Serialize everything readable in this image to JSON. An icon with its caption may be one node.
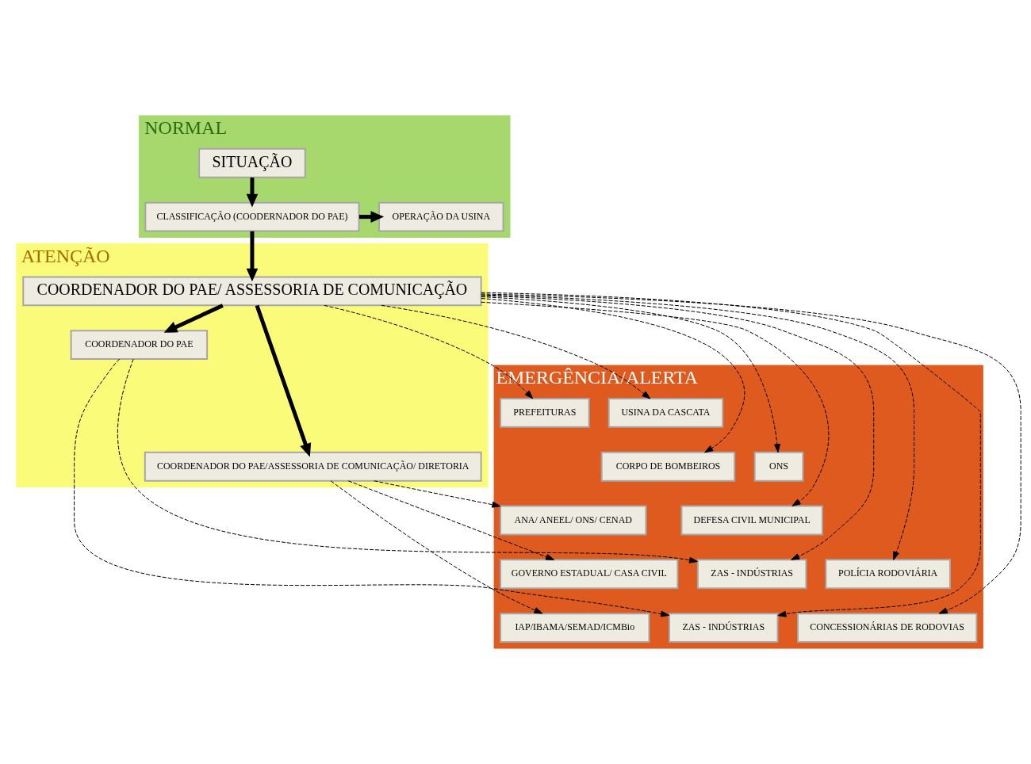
{
  "diagram": {
    "nodes": [
      {
        "text": [
          "NORMAL"
        ]
      },
      {
        "text": [
          "SITUAÇÃO"
        ],
        "in": 0
      },
      {
        "text": [
          "CLASSIFICAÇÃO (COODERNADOR DO PAE)"
        ],
        "in": 0
      },
      {
        "text": [
          "OPERAÇÃO DA USINA"
        ],
        "in": 0
      },
      {
        "text": [
          "ATENÇÃO"
        ]
      },
      {
        "text": [
          "COORDENADOR DO PAE/ ASSESSORIA DE COMUNICAÇÃO"
        ],
        "in": 4
      },
      {
        "text": [
          "COORDENADOR DO PAE/ASSESSORIA DE COMUNICAÇÃO/ DIRETORIA"
        ],
        "in": 4
      },
      {
        "text": [
          "COORDENADOR DO PAE"
        ],
        "in": 4
      },
      {
        "text": [
          "EMERGÊNCIA/ALERTA"
        ]
      },
      {
        "text": [
          "PREFEITURAS"
        ],
        "in": 8
      },
      {
        "text": [
          "USINA DA CASCATA"
        ],
        "in": 8
      },
      {
        "text": [
          "CORPO DE BOMBEIROS"
        ],
        "in": 8
      },
      {
        "text": [
          "ONS"
        ],
        "in": 8
      },
      {
        "text": [
          "DEFESA CIVIL MUNICIPAL"
        ],
        "in": 8
      },
      {
        "text": [
          "ANA/ ANEEL/ ONS/ CENAD"
        ],
        "in": 8
      },
      {
        "text": [
          "ZAS - INDÚSTRIAS"
        ],
        "in": 8
      },
      {
        "text": [
          "POLÍCIA RODOVIÁRIA"
        ],
        "in": 8
      },
      {
        "text": [
          "GOVERNO ESTADUAL/ CASA CIVIL"
        ],
        "in": 8
      },
      {
        "text": [
          "ZAS - INDÚSTRIAS"
        ],
        "in": 8
      },
      {
        "text": [
          "CONCESSIONÁRIAS DE RODOVIAS"
        ],
        "in": 8
      },
      {
        "text": [
          "IAP/IBAMA/SEMAD/ICMBio"
        ],
        "in": 8
      }
    ],
    "edges": [
      {
        "from": 1,
        "to": 2,
        "arrow": "to",
        "style": "thick"
      },
      {
        "from": 2,
        "to": 3,
        "arrow": "to",
        "style": "thick"
      },
      {
        "from": 2,
        "to": 5,
        "arrow": "to",
        "style": "thick"
      },
      {
        "from": 5,
        "to": 7,
        "arrow": "to",
        "style": "thick"
      },
      {
        "from": 5,
        "to": 6,
        "arrow": "to",
        "style": "thick"
      },
      {
        "from": 5,
        "to": 9,
        "arrow": "to",
        "style": "dashed"
      },
      {
        "from": 5,
        "to": 10,
        "arrow": "to",
        "style": "dashed"
      },
      {
        "from": 5,
        "to": 11,
        "arrow": "to",
        "style": "dashed"
      },
      {
        "from": 5,
        "to": 12,
        "arrow": "to",
        "style": "dashed"
      },
      {
        "from": 5,
        "to": 13,
        "arrow": "to",
        "style": "dashed"
      },
      {
        "from": 5,
        "to": 15,
        "arrow": "to",
        "style": "dashed"
      },
      {
        "from": 5,
        "to": 16,
        "arrow": "to",
        "style": "dashed"
      },
      {
        "from": 5,
        "to": 18,
        "arrow": "to",
        "style": "dashed"
      },
      {
        "from": 5,
        "to": 19,
        "arrow": "to",
        "style": "dashed"
      },
      {
        "from": 7,
        "to": 15,
        "arrow": "to",
        "style": "dashed"
      },
      {
        "from": 7,
        "to": 18,
        "arrow": "to",
        "style": "dashed"
      },
      {
        "from": 6,
        "to": 14,
        "arrow": "to",
        "style": "dashed"
      },
      {
        "from": 6,
        "to": 17,
        "arrow": "to",
        "style": "dashed"
      },
      {
        "from": 6,
        "to": 20,
        "arrow": "to",
        "style": "dashed"
      }
    ]
  }
}
